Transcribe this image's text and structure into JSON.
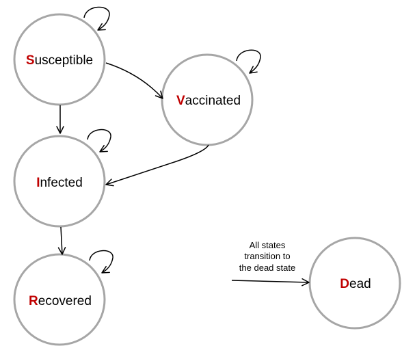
{
  "colors": {
    "initial_letter": "#c00000",
    "circle_stroke": "#a6a6a6",
    "edge": "#000000"
  },
  "states": {
    "susceptible": {
      "initial": "S",
      "rest": "usceptible"
    },
    "vaccinated": {
      "initial": "V",
      "rest": "accinated"
    },
    "infected": {
      "initial": "I",
      "rest": "nfected"
    },
    "recovered": {
      "initial": "R",
      "rest": "ecovered"
    },
    "dead": {
      "initial": "D",
      "rest": "ead"
    }
  },
  "note": {
    "lines": [
      "All states",
      "transition to",
      "the dead state"
    ]
  }
}
